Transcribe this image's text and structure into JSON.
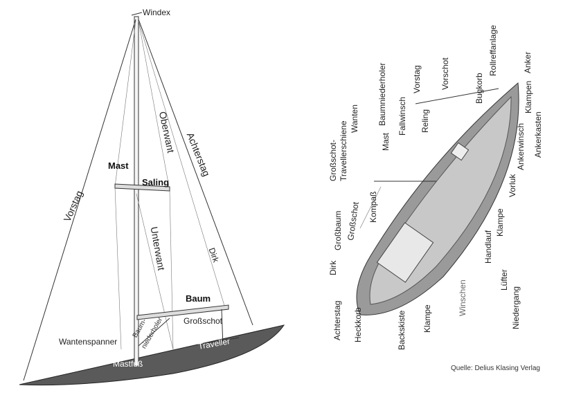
{
  "left_diagram": {
    "labels": {
      "windex": "Windex",
      "vorstag": "Vorstag",
      "mast": "Mast",
      "oberwant": "Oberwant",
      "saling": "Saling",
      "achterstag": "Achterstag",
      "unterwant": "Unterwant",
      "dirk": "Dirk",
      "baum": "Baum",
      "baumniederholer_1": "Baum-",
      "baumniederholer_2": "niederholer",
      "grossschot": "Großschot",
      "wantenspanner": "Wantenspanner",
      "traveller": "Traveller",
      "mastfuss": "Mastfuß"
    }
  },
  "right_diagram": {
    "labels": {
      "rollreffanlage": "Rollreffanlage",
      "bugkorb": "Bugkorb",
      "anker": "Anker",
      "klampen": "Klampen",
      "ankerkasten": "Ankerkasten",
      "ankerwinsch": "Ankerwinsch",
      "vorluk": "Vorluk",
      "vorschot": "Vorschot",
      "vorstag": "Vorstag",
      "reling": "Reling",
      "fallwinsch": "Fallwinsch",
      "baumniederholer": "Baumniederholer",
      "mast": "Mast",
      "wanten": "Wanten",
      "grossschot_traveller_1": "Großschot-",
      "grossschot_traveller_2": "Travellerschiene",
      "kompass": "Kompaß",
      "grossschot": "Großschot",
      "grossbaum": "Großbaum",
      "dirk": "Dirk",
      "achterstag": "Achterstag",
      "heckkorb": "Heckkorb",
      "backskiste": "Backskiste",
      "klampe_aft": "Klampe",
      "winschen": "Winschen",
      "niedergang": "Niedergang",
      "luefter": "Lüfter",
      "handlauf": "Handlauf",
      "klampe_side": "Klampe"
    }
  },
  "source": "Quelle: Delius Klasing Verlag"
}
